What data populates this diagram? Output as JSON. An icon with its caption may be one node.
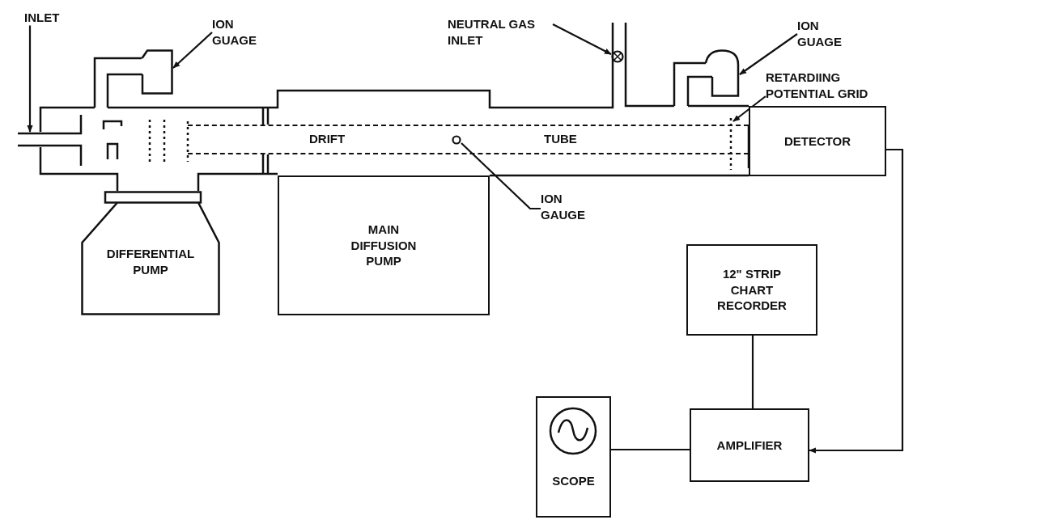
{
  "diagram": {
    "nodes": [
      {
        "text": [
          "INLET"
        ]
      },
      {
        "text": [
          "ION GUAGE"
        ]
      },
      {
        "text": [
          "DIFFERENTIAL PUMP"
        ]
      },
      {
        "text": [
          "MAIN DIFFUSION PUMP"
        ]
      },
      {
        "text": [
          "DRIFT",
          "TUBE"
        ]
      },
      {
        "text": [
          "NEUTRAL GAS INLET"
        ]
      },
      {
        "text": [
          "ION GUAGE"
        ]
      },
      {
        "text": [
          "RETARDIING POTENTIAL GRID"
        ]
      },
      {
        "text": [
          "DETECTOR"
        ]
      },
      {
        "text": [
          "ION GAUGE"
        ]
      },
      {
        "text": [
          "12\" STRIP CHART RECORDER"
        ]
      },
      {
        "text": [
          "SCOPE"
        ]
      },
      {
        "text": [
          "AMPLIFIER"
        ]
      },
      {
        "text": [],
        "shape": "box"
      },
      {
        "text": [],
        "shape": "circle"
      },
      {
        "text": [],
        "shape": "box"
      },
      {
        "text": [],
        "shape": "bar"
      },
      {
        "text": [],
        "shape": "circle",
        "in": 4
      }
    ],
    "edges": [
      {
        "from": 0,
        "to": null,
        "arrow": "to"
      },
      {
        "from": 1,
        "to": 13,
        "arrow": "to"
      },
      {
        "from": 5,
        "to": 14,
        "arrow": "to"
      },
      {
        "from": 6,
        "to": 15,
        "arrow": "to"
      },
      {
        "from": 7,
        "to": 16,
        "arrow": "to"
      },
      {
        "from": 9,
        "to": 17,
        "arrow": "none"
      },
      {
        "from": 8,
        "to": 12,
        "arrow": "to"
      },
      {
        "from": 10,
        "to": 12,
        "arrow": "none"
      },
      {
        "from": 11,
        "to": 12,
        "arrow": "none"
      }
    ]
  }
}
